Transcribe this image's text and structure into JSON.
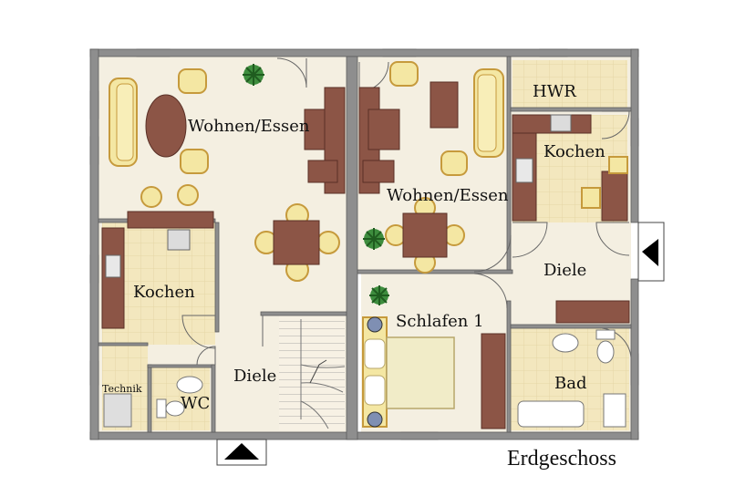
{
  "title": "Erdgeschoss",
  "colors": {
    "floor_beige": "#f4efe1",
    "tile": "#f3e7be",
    "wall": "#8e8e8e",
    "wall_edge": "#5c5c5c",
    "wood": "#8c5546",
    "chair_fill": "#f4e7a3",
    "chair_edge": "#c69a3c",
    "plant": "#3e8d3e"
  },
  "rooms": {
    "left_wohnen": "Wohnen/Essen",
    "left_kochen": "Kochen",
    "left_diele": "Diele",
    "technik": "Technik",
    "wc": "WC",
    "right_wohnen": "Wohnen/Essen",
    "hwr": "HWR",
    "right_kochen": "Kochen",
    "right_diele": "Diele",
    "schlafen": "Schlafen 1",
    "bad": "Bad"
  },
  "icons": {
    "entrance_bottom": "entrance-arrow-up-icon",
    "entrance_right": "entrance-arrow-left-icon",
    "plant": "plant-icon"
  }
}
